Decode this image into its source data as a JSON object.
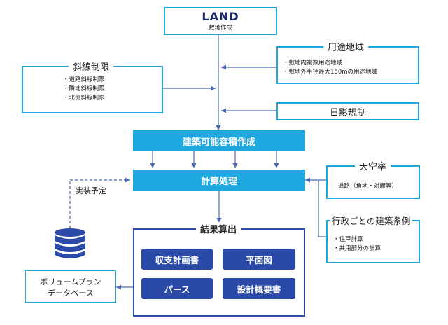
{
  "land": {
    "logo": "LAND",
    "sub": "敷地作成"
  },
  "youto": {
    "title": "用途地域",
    "items": [
      "・敷地内複数用途地域",
      "・敷地外半径最大150mの用途地域"
    ]
  },
  "shasen": {
    "title": "斜線制限",
    "items": [
      "・道路斜線制限",
      "・隣地斜線制限",
      "・北側斜線制限"
    ]
  },
  "nichiei": {
    "title": "日影規制"
  },
  "kenchiku": {
    "label": "建築可能容積作成"
  },
  "keisan": {
    "label": "計算処理"
  },
  "tenku": {
    "title": "天空率",
    "items": [
      "道路（角地・対面等）"
    ]
  },
  "jorei": {
    "title": "行政ごとの建築条例",
    "items": [
      "・住戸計算",
      "・共用部分の計算"
    ]
  },
  "jisso": {
    "label": "実装予定"
  },
  "db": {
    "line1": "ボリュームプラン",
    "line2": "データベース"
  },
  "kekka": {
    "title": "結果算出",
    "buttons": [
      "収支計画書",
      "平面図",
      "パース",
      "設計概要書"
    ]
  },
  "colors": {
    "accent": "#1fa8e0",
    "navy": "#2b4aa8",
    "line": "#6a7fc0"
  }
}
